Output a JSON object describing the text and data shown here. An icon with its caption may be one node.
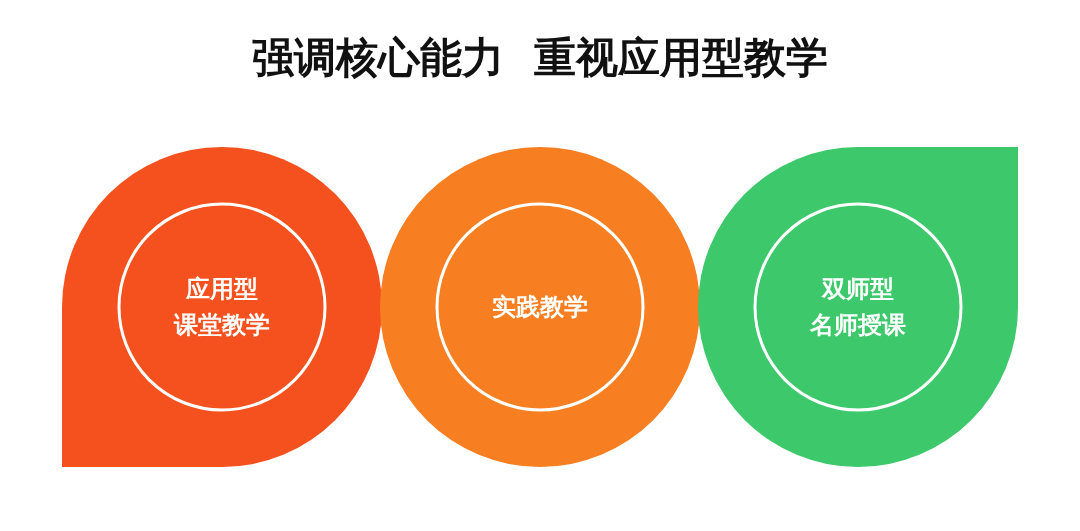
{
  "diagram": {
    "title": "强调核心能力  重视应用型教学",
    "nodes": [
      {
        "text": [
          "应用型",
          "课堂教学"
        ]
      },
      {
        "text": [
          "实践教学"
        ]
      },
      {
        "text": [
          "双师型",
          "名师授课"
        ]
      }
    ]
  }
}
